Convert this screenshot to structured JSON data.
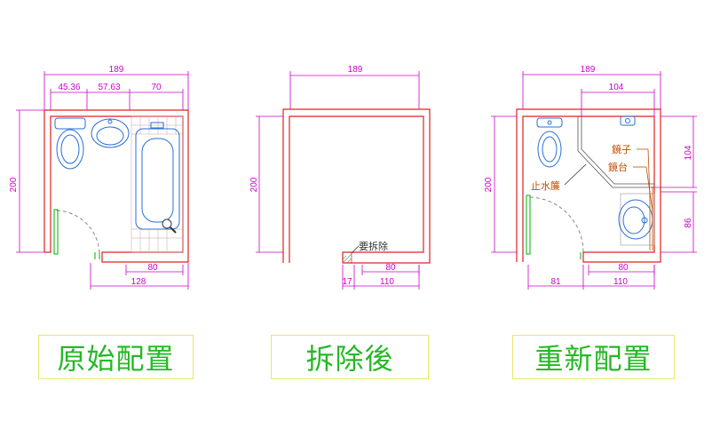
{
  "colors": {
    "wall": "#e02020",
    "dimension": "#cc00cc",
    "fixture": "#2a6fd6",
    "tile": "#a07070",
    "door": "#888888",
    "door_green": "#00b000",
    "note": "#c05000",
    "caption_text": "#26b826",
    "caption_border": "#e8e86a"
  },
  "panels": [
    {
      "id": "original",
      "caption": "原始配置",
      "dims": {
        "width_total": "189",
        "width_toilet": "45.36",
        "width_basin": "57.63",
        "width_tub": "70",
        "height": "200",
        "door_gap": "80",
        "bottom_total": "128"
      },
      "fixtures": [
        "toilet-icon",
        "washbasin-icon",
        "bathtub-icon",
        "faucet-icon"
      ]
    },
    {
      "id": "demolished",
      "caption": "拆除後",
      "dims": {
        "width_total": "189",
        "height": "200",
        "door_gap": "80",
        "bottom_left": "17",
        "bottom_right": "110"
      },
      "notes": {
        "demolish": "要拆除"
      }
    },
    {
      "id": "new",
      "caption": "重新配置",
      "dims": {
        "width_total": "189",
        "width_inner": "104",
        "height": "200",
        "right_upper": "104",
        "right_lower": "86",
        "door_gap": "80",
        "bottom_left": "81",
        "bottom_right": "110"
      },
      "notes": {
        "mirror": "鏡子",
        "counter": "鏡台",
        "curtain": "止水簾"
      },
      "fixtures": [
        "toilet-icon",
        "faucet-icon",
        "washbasin-icon"
      ]
    }
  ]
}
